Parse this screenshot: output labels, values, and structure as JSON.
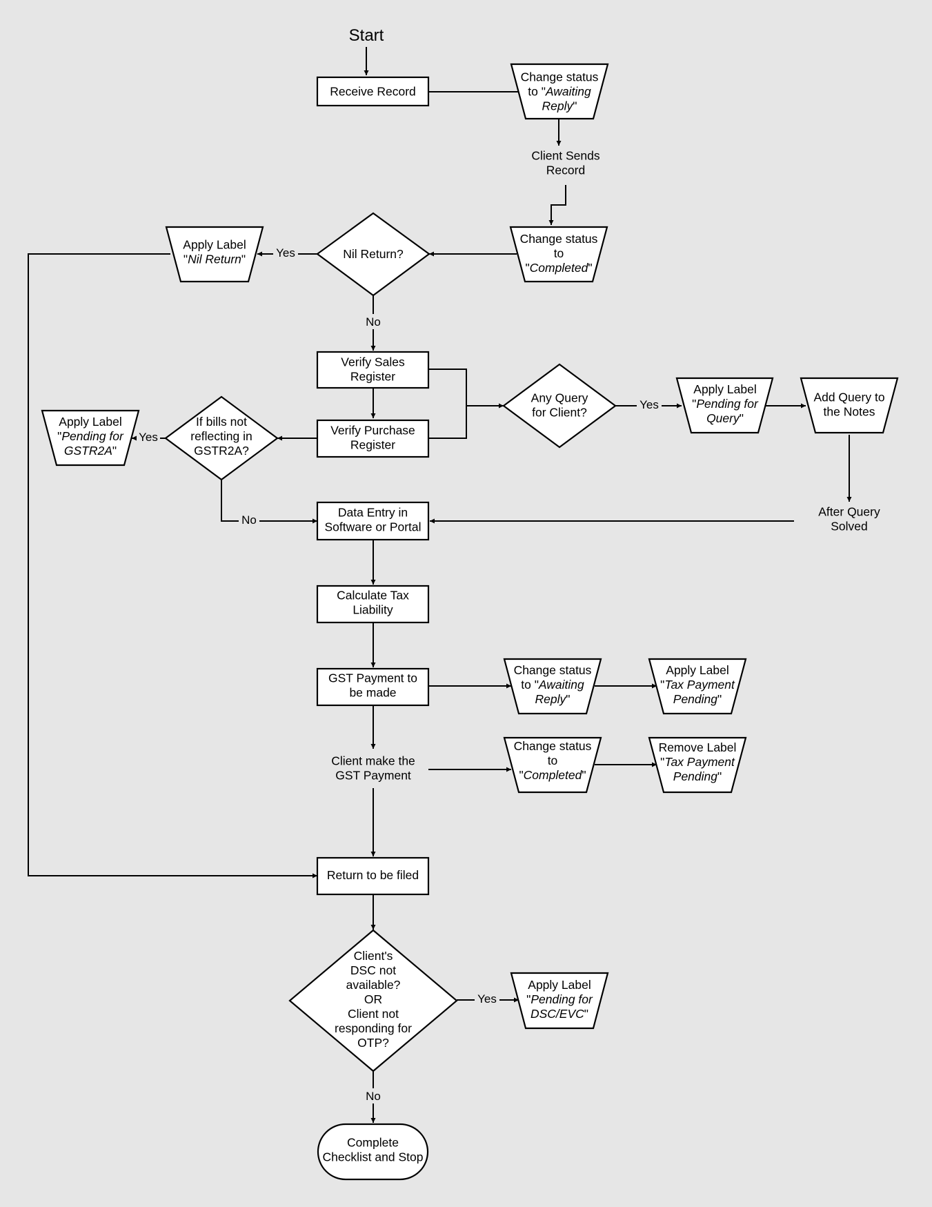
{
  "start": "Start",
  "nodes": {
    "receive_record": [
      "Receive Record"
    ],
    "status_awaiting_1": [
      [
        "Change status"
      ],
      [
        "to \"",
        {
          "i": "Awaiting"
        }
      ],
      [
        {
          "i": "Reply"
        },
        "\""
      ]
    ],
    "client_sends": [
      "Client Sends",
      "Record"
    ],
    "status_completed_1": [
      [
        "Change status"
      ],
      [
        "to"
      ],
      [
        "\"",
        {
          "i": "Completed"
        },
        "\""
      ]
    ],
    "nil_return": [
      "Nil Return?"
    ],
    "label_nil": [
      [
        "Apply Label"
      ],
      [
        "\"",
        {
          "i": "Nil Return"
        },
        "\""
      ]
    ],
    "verify_sales": [
      "Verify Sales",
      "Register"
    ],
    "verify_purchase": [
      "Verify Purchase",
      "Register"
    ],
    "bills_gstr2a": [
      "If bills not",
      "reflecting in",
      "GSTR2A?"
    ],
    "label_gstr2a": [
      [
        "Apply Label"
      ],
      [
        "\"",
        {
          "i": "Pending for"
        }
      ],
      [
        {
          "i": "GSTR2A"
        },
        "\""
      ]
    ],
    "any_query": [
      "Any Query",
      "for Client?"
    ],
    "label_query": [
      [
        "Apply Label"
      ],
      [
        "\"",
        {
          "i": "Pending for"
        }
      ],
      [
        {
          "i": "Query"
        },
        "\""
      ]
    ],
    "add_query": [
      "Add Query to",
      "the Notes"
    ],
    "after_query": [
      "After Query",
      "Solved"
    ],
    "data_entry": [
      "Data Entry in",
      "Software or Portal"
    ],
    "calc_tax": [
      "Calculate Tax",
      "Liability"
    ],
    "gst_payment": [
      "GST Payment to",
      "be made"
    ],
    "status_awaiting_2": [
      [
        "Change status"
      ],
      [
        "to \"",
        {
          "i": "Awaiting"
        }
      ],
      [
        {
          "i": "Reply"
        },
        "\""
      ]
    ],
    "label_tax_pending": [
      [
        "Apply Label"
      ],
      [
        "\"",
        {
          "i": "Tax Payment"
        }
      ],
      [
        {
          "i": "Pending"
        },
        "\""
      ]
    ],
    "client_payment": [
      "Client make the",
      "GST Payment"
    ],
    "status_completed_2": [
      [
        "Change status"
      ],
      [
        "to"
      ],
      [
        "\"",
        {
          "i": "Completed"
        },
        "\""
      ]
    ],
    "remove_tax_pending": [
      [
        "Remove Label"
      ],
      [
        "\"",
        {
          "i": "Tax Payment"
        }
      ],
      [
        {
          "i": "Pending"
        },
        "\""
      ]
    ],
    "return_filed": [
      "Return to be filed"
    ],
    "dsc_check": [
      "Client's",
      "DSC not",
      "available?",
      "OR",
      "Client not",
      "responding for",
      "OTP?"
    ],
    "label_dsc": [
      [
        "Apply Label"
      ],
      [
        "\"",
        {
          "i": "Pending for"
        }
      ],
      [
        {
          "i": "DSC/EVC"
        },
        "\""
      ]
    ],
    "complete": [
      "Complete",
      "Checklist and Stop"
    ]
  },
  "edge_labels": {
    "nil_yes": "Yes",
    "nil_no": "No",
    "gstr2a_yes": "Yes",
    "gstr2a_no": "No",
    "query_yes": "Yes",
    "dsc_yes": "Yes",
    "dsc_no": "No"
  }
}
